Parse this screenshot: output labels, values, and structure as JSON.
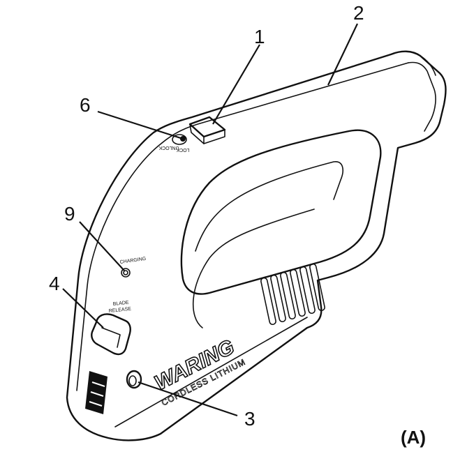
{
  "diagram": {
    "figure_label": "(A)",
    "callouts": [
      {
        "id": "1",
        "label": "1"
      },
      {
        "id": "2",
        "label": "2"
      },
      {
        "id": "3",
        "label": "3"
      },
      {
        "id": "4",
        "label": "4"
      },
      {
        "id": "6",
        "label": "6"
      },
      {
        "id": "9",
        "label": "9"
      }
    ],
    "device_text": {
      "lock": "LOCK",
      "unlock": "UNLOCK",
      "charging": "CHARGING",
      "blade": "BLADE",
      "release": "RELEASE",
      "brand": "WARING",
      "brand_sub": "CORDLESS LITHIUM"
    }
  }
}
